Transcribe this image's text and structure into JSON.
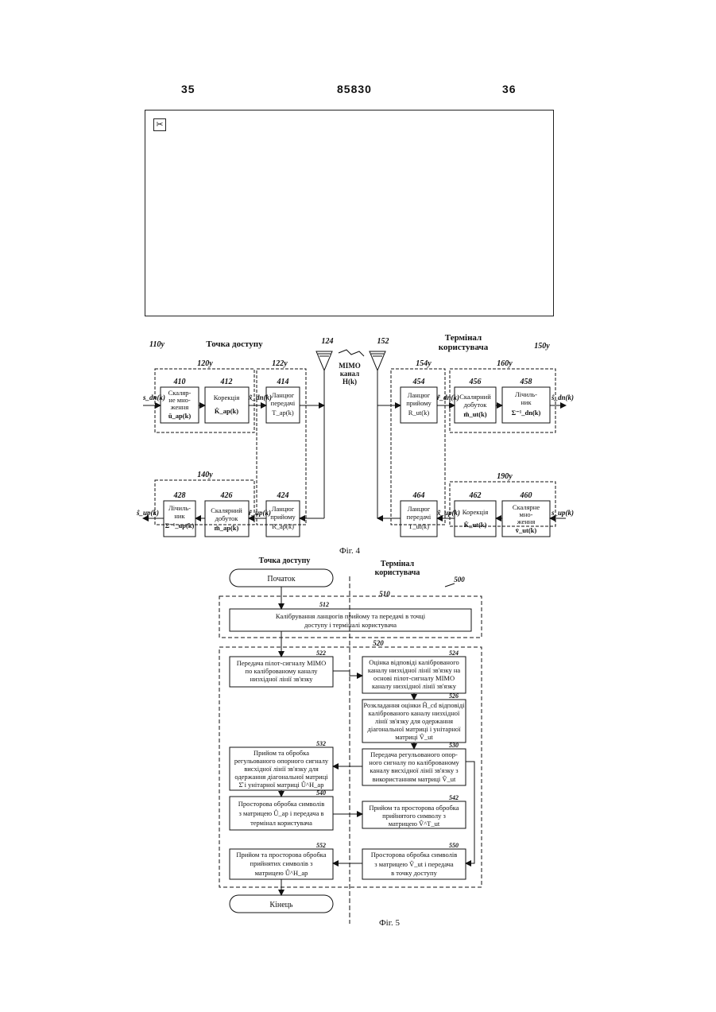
{
  "header": {
    "page_left": "35",
    "patent_number": "85830",
    "page_right": "36"
  },
  "frame": {
    "icon": "scissors-icon"
  },
  "fig4": {
    "caption": "Фіг. 4",
    "system_ref": "110y",
    "access_point_label": "Точка доступу",
    "user_terminal_label": [
      "Термінал",
      "користувача"
    ],
    "user_terminal_ref": "150y",
    "antenna_ap_ref": "124",
    "antenna_ut_ref": "152",
    "channel_label": [
      "MIMO",
      "канал"
    ],
    "channel_symbol": "H(k)",
    "group_refs": {
      "ap_tx_group": "120y",
      "ap_chain": "122y",
      "ap_rx_group": "140y",
      "ut_chain": "154y",
      "ut_rx_group": "160y",
      "ut_tx_group": "190y"
    },
    "blocks": [
      {
        "ref": "410",
        "lines": [
          "Скаляр-",
          "не мно-",
          "ження",
          "ū_ap(k)"
        ]
      },
      {
        "ref": "412",
        "lines": [
          "Корекція",
          "K̂_ap(k)"
        ]
      },
      {
        "ref": "414",
        "lines": [
          "Ланцюг",
          "передачі",
          "T_ap(k)"
        ]
      },
      {
        "ref": "428",
        "lines": [
          "Лічиль-",
          "ник",
          "Σ⁻¹_up(k)"
        ]
      },
      {
        "ref": "426",
        "lines": [
          "Скалярний",
          "добуток",
          "m̃_ap(k)"
        ]
      },
      {
        "ref": "424",
        "lines": [
          "Ланцюг",
          "прийому",
          "R_ap(k)"
        ]
      },
      {
        "ref": "454",
        "lines": [
          "Ланцюг",
          "прийому",
          "R_ut(k)"
        ]
      },
      {
        "ref": "456",
        "lines": [
          "Скалярний",
          "добуток",
          "m̃_ut(k)"
        ]
      },
      {
        "ref": "458",
        "lines": [
          "Лічиль-",
          "ник",
          "Σ⁻¹_dn(k)"
        ]
      },
      {
        "ref": "464",
        "lines": [
          "Ланцюг",
          "передачі",
          "T_ut(k)"
        ]
      },
      {
        "ref": "462",
        "lines": [
          "Корекція",
          "K̂_ut(k)"
        ]
      },
      {
        "ref": "460",
        "lines": [
          "Скалярне",
          "мно-",
          "ження",
          "v̄_ut(k)"
        ]
      }
    ],
    "signals": {
      "s_dn_in": "s_dn(k)",
      "x_dn": "x̃_dn(k)",
      "s_up_out": "ŝ_up(k)",
      "r_up": "r̃_up(k)",
      "r_dn": "r̃_dn(k)",
      "s_dn_out": "ŝ_dn(k)",
      "x_up": "x̃_up(k)",
      "s_up_in": "s_up(k)"
    }
  },
  "fig5": {
    "caption": "Фіг. 5",
    "flow_ref": "500",
    "col_access_point": "Точка доступу",
    "col_user_terminal": [
      "Термінал",
      "користувача"
    ],
    "start": "Початок",
    "end": "Кінець",
    "group_510_ref": "510",
    "group_520_ref": "520",
    "steps": [
      {
        "ref": "512",
        "lines": [
          "Калібрування ланцюгів прийому та передачі в точці",
          "доступу і терміналі користувача"
        ]
      },
      {
        "ref": "522",
        "lines": [
          "Передача пілот-сигналу MIMO",
          "по каліброваному каналу",
          "низхідної лінії зв'язку"
        ]
      },
      {
        "ref": "524",
        "lines": [
          "Оцінка відповіді каліброваного",
          "каналу низхідної лінії зв'язку на",
          "основі пілот-сигналу MIMO",
          "каналу низхідної лінії зв'язку"
        ]
      },
      {
        "ref": "526",
        "lines": [
          "Розкладання оцінки Ĥ_cd відповіді",
          "каліброваного каналу низхідної",
          "лінії зв'язку для одержання",
          "діагональної матриці  і унітарної",
          "матриці V̂_ut"
        ]
      },
      {
        "ref": "530",
        "lines": [
          "Передача регульованого опор-",
          "ного сигналу по каліброваному",
          "каналу висхідної лінії зв'язку з",
          "використанням матриці V̂_ut"
        ]
      },
      {
        "ref": "532",
        "lines": [
          "Прийом та обробка",
          "регульованого опорного сигналу",
          "висхідної лінії зв'язку для",
          "одержання діагональної матриці",
          "Σ̂ і унітарної матриці Û^H_ap"
        ]
      },
      {
        "ref": "540",
        "lines": [
          "Просторова обробка символів",
          "з матрицею Û_ap і передача в",
          "термінал користувача"
        ]
      },
      {
        "ref": "542",
        "lines": [
          "Прийом та просторова обробка",
          "прийнятого символу з",
          "матрицею V̂^T_ut"
        ]
      },
      {
        "ref": "550",
        "lines": [
          "Просторова обробка символів",
          "з матрицею V̂_ut і передача",
          "в точку доступу"
        ]
      },
      {
        "ref": "552",
        "lines": [
          "Прийом та просторова обробка",
          "прийнятих символів з",
          "матрицею Û^H_ap"
        ]
      }
    ]
  }
}
